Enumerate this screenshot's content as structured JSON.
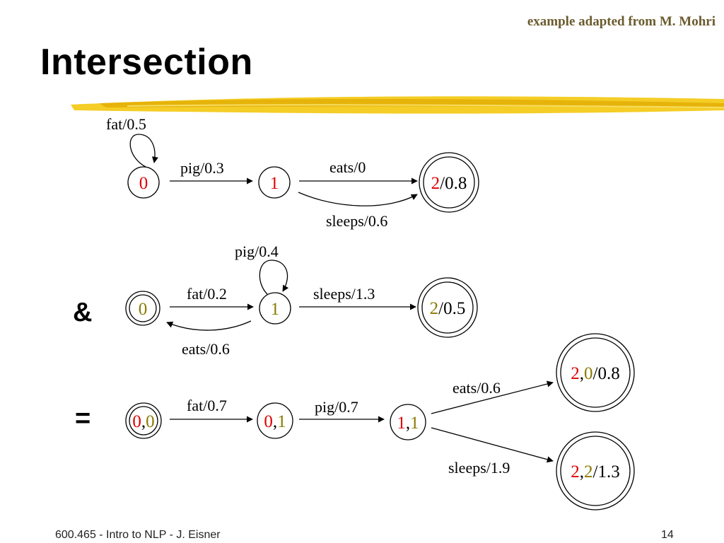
{
  "attribution": "example adapted from M. Mohri",
  "title": "Intersection",
  "colors": {
    "red": "#e00000",
    "olive": "#8a7a00",
    "black": "#000000"
  },
  "operators": {
    "and": "&",
    "equals": "="
  },
  "fsa1": {
    "states": {
      "s0": [
        {
          "t": "0",
          "c": "red"
        }
      ],
      "s1": [
        {
          "t": "1",
          "c": "red"
        }
      ],
      "s2": [
        {
          "t": "2",
          "c": "red"
        },
        {
          "t": "/0.8",
          "c": "black"
        }
      ]
    },
    "arcs": {
      "a00": "fat/0.5",
      "a01": "pig/0.3",
      "a12e": "eats/0",
      "a12s": "sleeps/0.6"
    }
  },
  "fsa2": {
    "states": {
      "s0": [
        {
          "t": "0",
          "c": "olive"
        }
      ],
      "s1": [
        {
          "t": "1",
          "c": "olive"
        }
      ],
      "s2": [
        {
          "t": "2",
          "c": "olive"
        },
        {
          "t": "/0.5",
          "c": "black"
        }
      ]
    },
    "arcs": {
      "a11": "pig/0.4",
      "a01": "fat/0.2",
      "a12": "sleeps/1.3",
      "a10": "eats/0.6"
    }
  },
  "result": {
    "states": {
      "s00": [
        {
          "t": "0",
          "c": "red"
        },
        {
          "t": ",",
          "c": "black"
        },
        {
          "t": "0",
          "c": "olive"
        }
      ],
      "s01": [
        {
          "t": "0",
          "c": "red"
        },
        {
          "t": ",",
          "c": "black"
        },
        {
          "t": "1",
          "c": "olive"
        }
      ],
      "s11": [
        {
          "t": "1",
          "c": "red"
        },
        {
          "t": ",",
          "c": "black"
        },
        {
          "t": "1",
          "c": "olive"
        }
      ],
      "s20": [
        {
          "t": "2",
          "c": "red"
        },
        {
          "t": ",",
          "c": "black"
        },
        {
          "t": "0",
          "c": "olive"
        },
        {
          "t": "/0.8",
          "c": "black"
        }
      ],
      "s22": [
        {
          "t": "2",
          "c": "red"
        },
        {
          "t": ",",
          "c": "black"
        },
        {
          "t": "2",
          "c": "olive"
        },
        {
          "t": "/1.3",
          "c": "black"
        }
      ]
    },
    "arcs": {
      "a1": "fat/0.7",
      "a2": "pig/0.7",
      "a3": "eats/0.6",
      "a4": "sleeps/1.9"
    }
  },
  "footer": {
    "left": "600.465 - Intro to NLP - J. Eisner",
    "page": "14"
  }
}
